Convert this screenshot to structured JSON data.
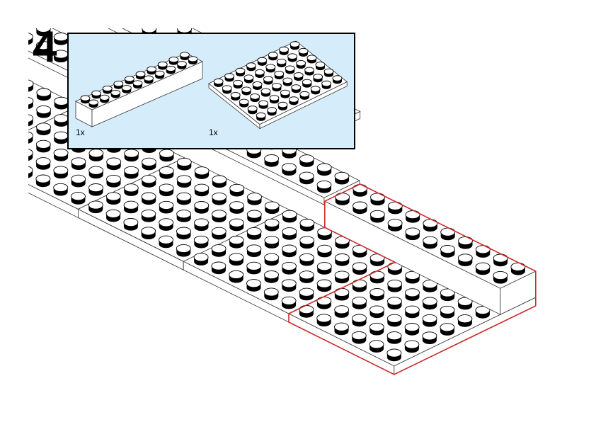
{
  "step": {
    "number": "4"
  },
  "callout": {
    "parts": [
      {
        "quantity": "1x"
      },
      {
        "quantity": "1x"
      }
    ],
    "background_color": "#d5ecfb"
  },
  "colors": {
    "highlight": "#cc2a2a",
    "stud_top": "#ffffff",
    "stud_side": "#000000",
    "outline": "#333333"
  }
}
